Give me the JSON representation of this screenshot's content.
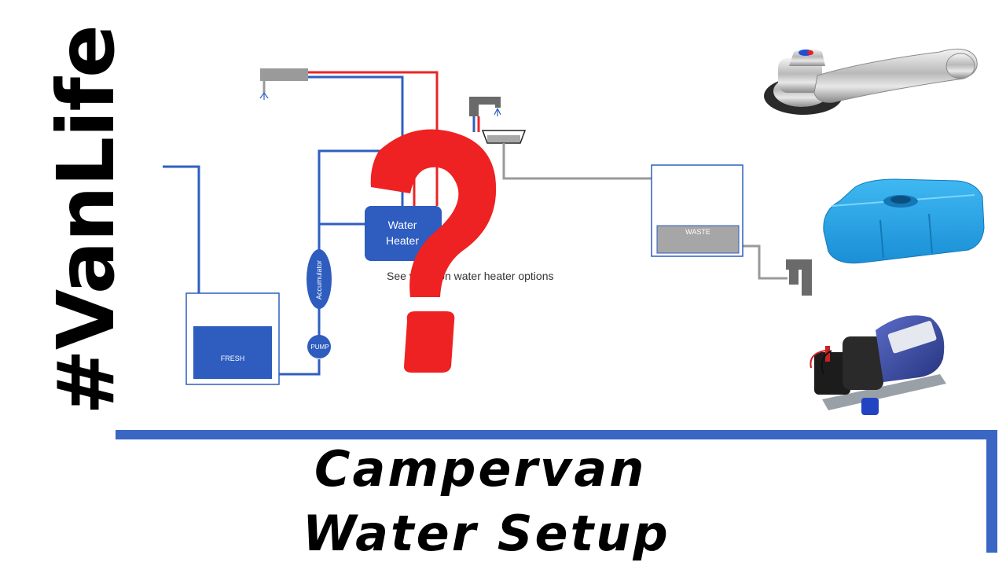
{
  "hashtag": "#VanLife",
  "title": {
    "line1": "Campervan",
    "line2": "Water Setup"
  },
  "diagram": {
    "fresh_tank_label": "FRESH",
    "waste_tank_label": "WASTE",
    "accumulator_label": "Accumulator",
    "pump_label": "PUMP",
    "heater_label_line1": "Water",
    "heater_label_line2": "Heater",
    "note": "See video on water heater options",
    "question_mark": "?"
  },
  "colors": {
    "cold_line": "#2f5fbf",
    "hot_line": "#e82626",
    "grey_line": "#9a9a9a",
    "tank_fill": "#2e5cbf",
    "frame_bar": "#3a66c4",
    "question_red": "#ee2222"
  },
  "icons": [
    "shower-head-icon",
    "sink-faucet-icon",
    "drain-tap-icon",
    "mixer-tap-photo",
    "water-tank-photo",
    "water-pump-photo"
  ]
}
